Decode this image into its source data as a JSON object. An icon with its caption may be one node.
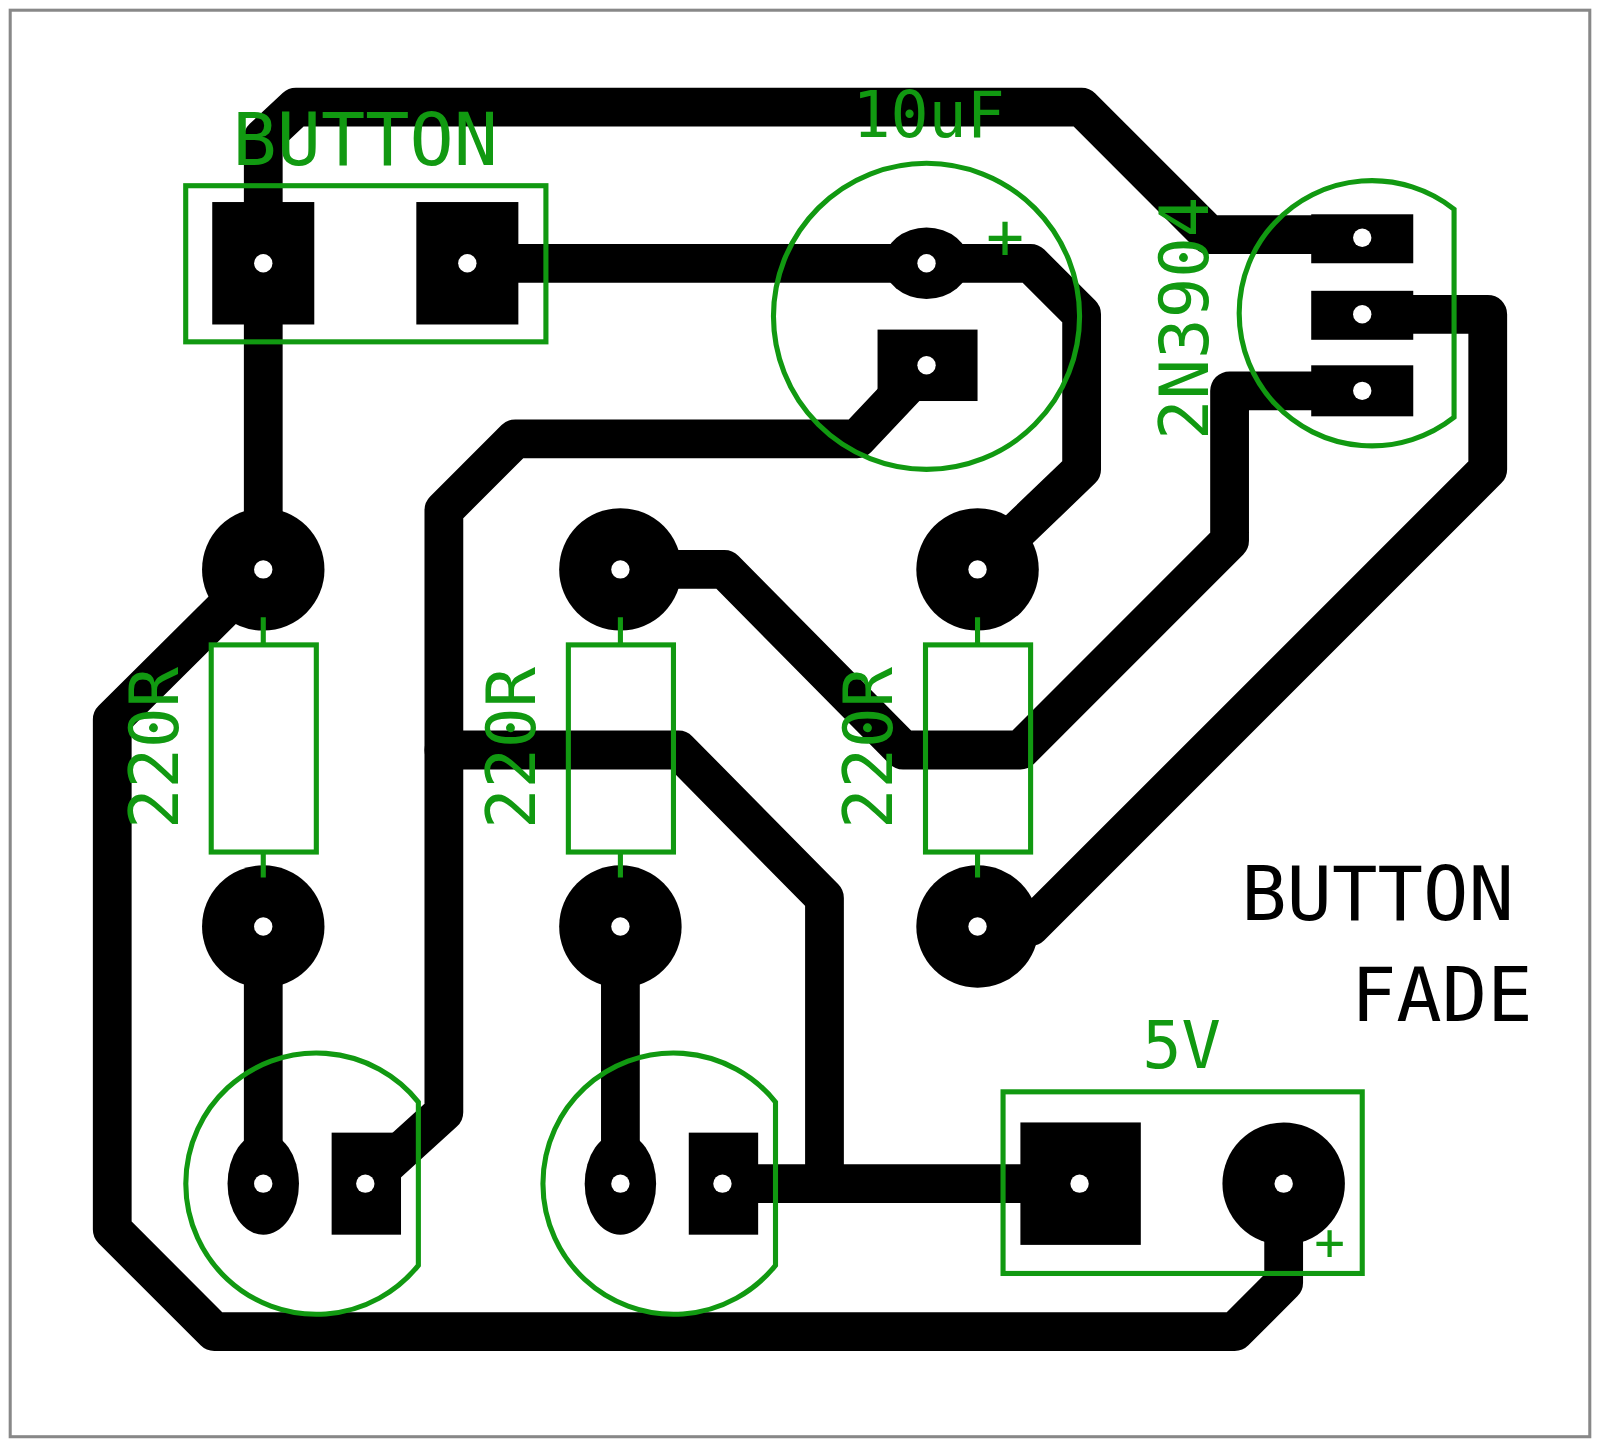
{
  "diagram": {
    "labels": [
      "BUTTON",
      "10uF",
      "+",
      "2N3904",
      "220R",
      "220R",
      "220R",
      "BUTTON",
      "FADE",
      "5V",
      "+"
    ]
  }
}
